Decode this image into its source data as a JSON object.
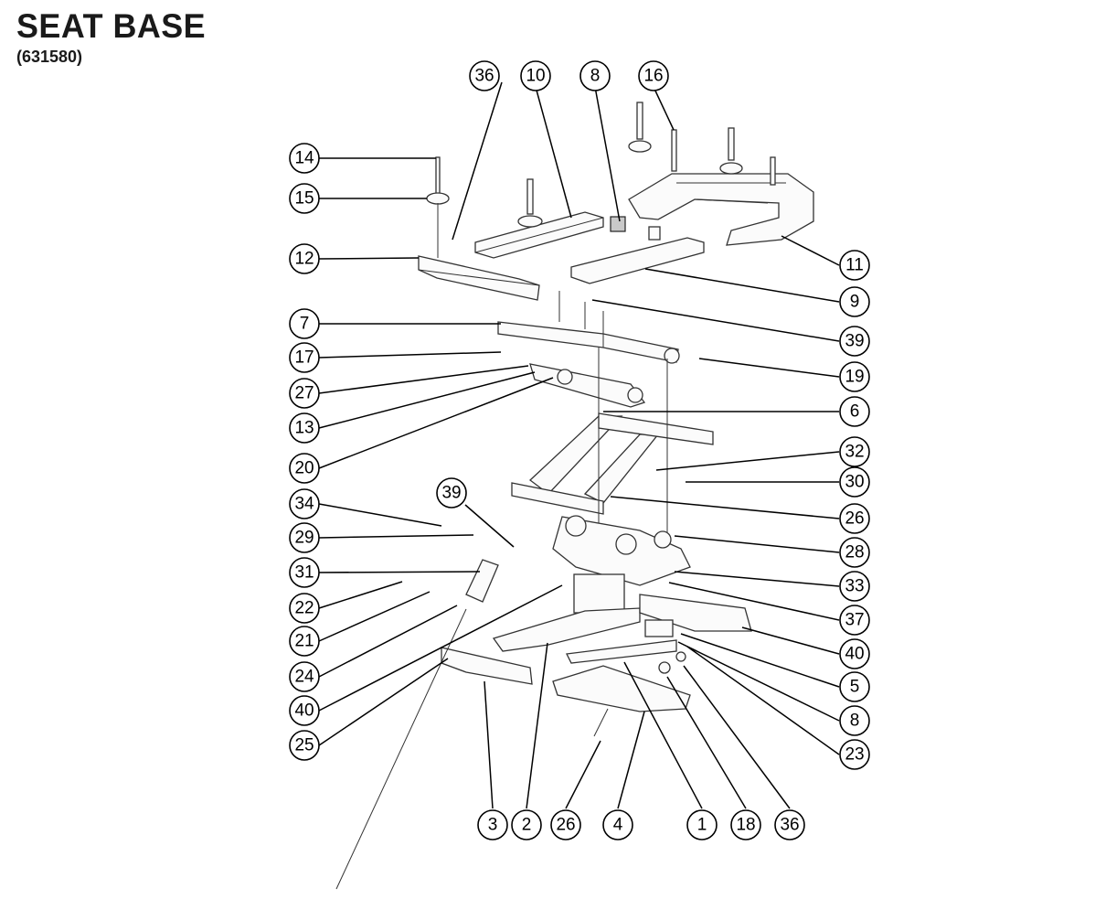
{
  "title": "SEAT BASE",
  "subtitle": "(631580)",
  "callouts": [
    "36",
    "10",
    "8",
    "16",
    "14",
    "15",
    "12",
    "11",
    "9",
    "7",
    "39",
    "17",
    "19",
    "27",
    "6",
    "13",
    "20",
    "32",
    "30",
    "39",
    "26",
    "34",
    "28",
    "29",
    "31",
    "33",
    "37",
    "22",
    "21",
    "40",
    "24",
    "5",
    "40",
    "8",
    "23",
    "25",
    "3",
    "2",
    "26",
    "4",
    "1",
    "18",
    "36"
  ]
}
